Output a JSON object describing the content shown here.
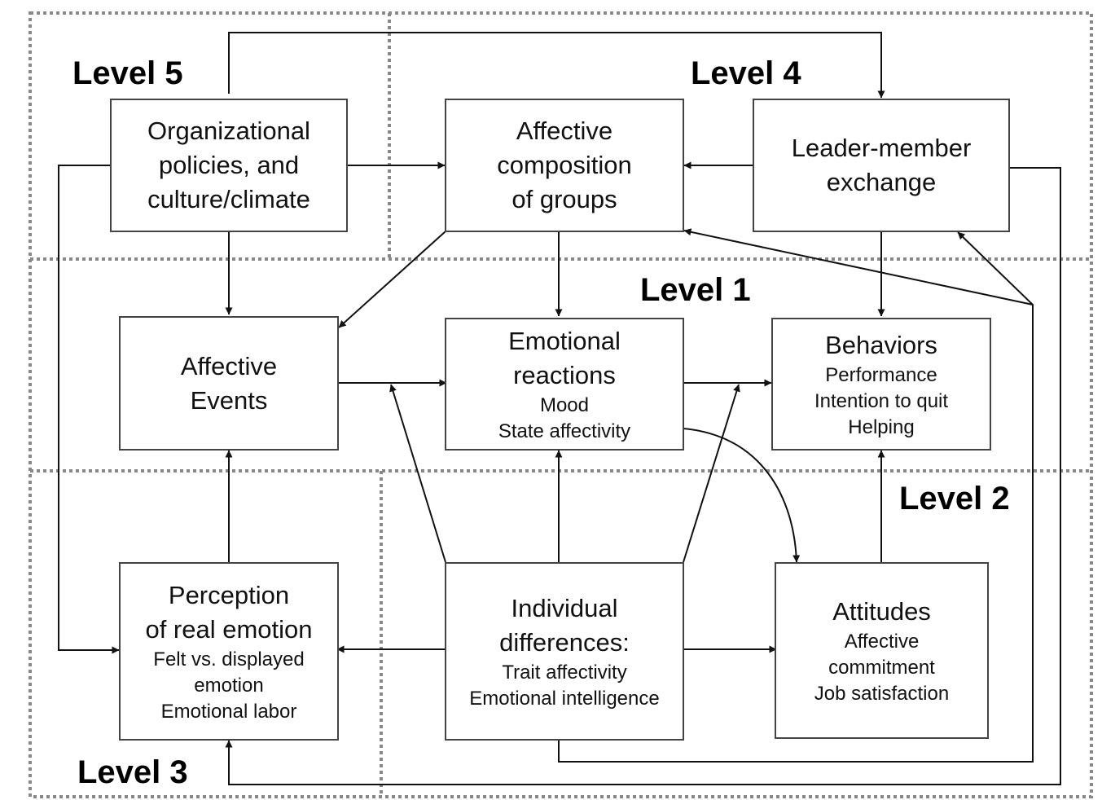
{
  "levels": {
    "level5": "Level 5",
    "level4": "Level 4",
    "level1": "Level 1",
    "level2": "Level 2",
    "level3": "Level 3"
  },
  "nodes": {
    "org_policies": {
      "title": [
        "Organizational",
        "policies, and",
        "culture/climate"
      ]
    },
    "affective_composition": {
      "title": [
        "Affective",
        "composition",
        "of groups"
      ]
    },
    "leader_member": {
      "title": [
        "Leader-member",
        "exchange"
      ]
    },
    "affective_events": {
      "title": [
        "Affective",
        "Events"
      ]
    },
    "emotional_reactions": {
      "title": [
        "Emotional",
        "reactions"
      ],
      "sub": [
        "Mood",
        "State affectivity"
      ]
    },
    "behaviors": {
      "title": [
        "Behaviors"
      ],
      "sub": [
        "Performance",
        "Intention to quit",
        "Helping"
      ]
    },
    "perception": {
      "title": [
        "Perception",
        "of real emotion"
      ],
      "sub": [
        "Felt vs. displayed",
        "emotion",
        "Emotional labor"
      ]
    },
    "individual_diff": {
      "title": [
        "Individual",
        "differences:"
      ],
      "sub": [
        "Trait affectivity",
        "Emotional intelligence"
      ]
    },
    "attitudes": {
      "title": [
        "Attitudes"
      ],
      "sub": [
        "Affective",
        "commitment",
        "Job satisfaction"
      ]
    }
  },
  "colors": {
    "line": "#111111",
    "box_border": "#444444",
    "dotted_border": "#888888",
    "background": "#ffffff"
  }
}
